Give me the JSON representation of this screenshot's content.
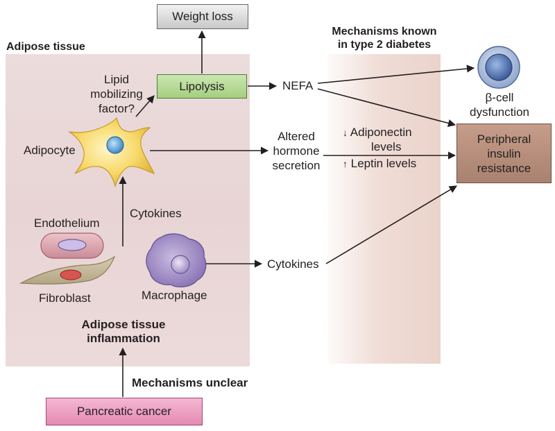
{
  "panels": {
    "adipose_title": "Adipose tissue",
    "mechanisms_title_line1": "Mechanisms known",
    "mechanisms_title_line2": "in type 2 diabetes"
  },
  "boxes": {
    "weight_loss": "Weight loss",
    "lipolysis": "Lipolysis",
    "peripheral_line1": "Peripheral",
    "peripheral_line2": "insulin",
    "peripheral_line3": "resistance",
    "pancreatic_cancer": "Pancreatic cancer"
  },
  "labels": {
    "lipid_line1": "Lipid",
    "lipid_line2": "mobilizing",
    "lipid_line3": "factor?",
    "adipocyte": "Adipocyte",
    "cytokines_vertical": "Cytokines",
    "endothelium": "Endothelium",
    "fibroblast": "Fibroblast",
    "macrophage": "Macrophage",
    "inflammation_line1": "Adipose tissue",
    "inflammation_line2": "inflammation",
    "mechanisms_unclear": "Mechanisms unclear",
    "nefa": "NEFA",
    "altered_line1": "Altered",
    "altered_line2": "hormone",
    "altered_line3": "secretion",
    "adiponectin_line1": "Adiponectin",
    "adiponectin_line2": "levels",
    "leptin": "Leptin levels",
    "cytokines_right": "Cytokines",
    "beta_line1": "β-cell",
    "beta_line2": "dysfunction"
  },
  "symbols": {
    "down_arrow": "↓",
    "up_arrow": "↑"
  },
  "colors": {
    "adipose_panel": "#e8d4d4",
    "mechanisms_panel": "#ecd6ce",
    "lipolysis_fill": "#b3d98f",
    "weight_loss_fill": "#d9d9d9",
    "peripheral_fill": "#b48e7b",
    "pancreatic_fill": "#ec9fc2",
    "adipocyte_fill": "#f5d35a",
    "nucleus_blue": "#5aa0d6",
    "beta_cell_blue": "#6f8fc8",
    "macrophage_purple": "#9b86c2",
    "endothelium_pink": "#d9a0aa",
    "fibroblast_olive": "#c4b79a"
  }
}
